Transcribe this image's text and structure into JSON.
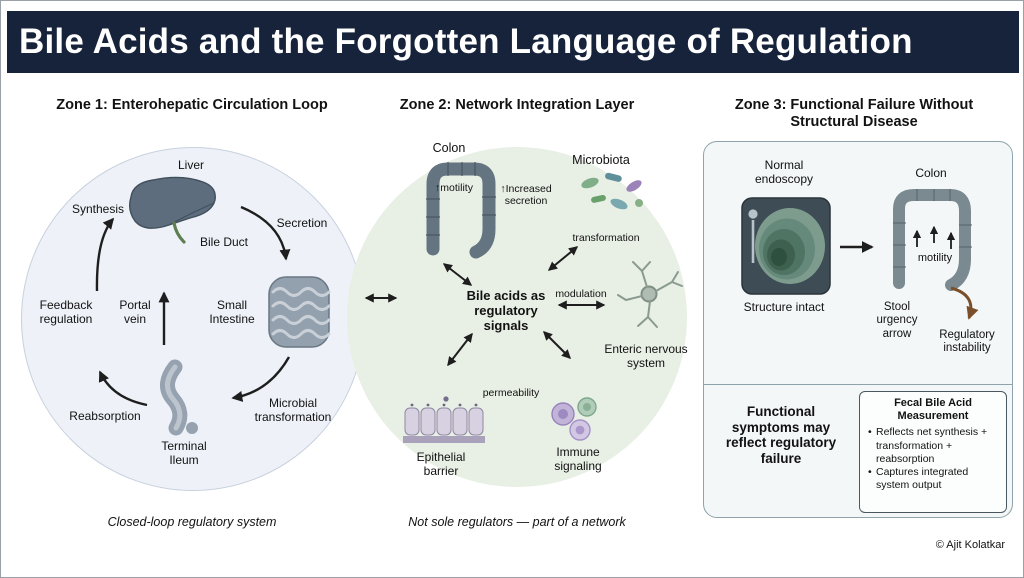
{
  "header": {
    "title": "Bile Acids and the Forgotten Language of Regulation"
  },
  "zone1": {
    "title": "Zone 1: Enterohepatic Circulation Loop",
    "liver": "Liver",
    "synthesis": "Synthesis",
    "secretion": "Secretion",
    "bile_duct": "Bile Duct",
    "small_intestine": "Small Intestine",
    "feedback_regulation": "Feedback regulation",
    "portal_vein": "Portal vein",
    "reabsorption": "Reabsorption",
    "terminal_ileum": "Terminal Ileum",
    "microbial_transformation": "Microbial transformation",
    "caption": "Closed-loop regulatory system"
  },
  "zone2": {
    "title": "Zone 2: Network Integration Layer",
    "colon": "Colon",
    "motility": "↑motility",
    "increased_secretion": "↑Increased secretion",
    "microbiota": "Microbiota",
    "transformation": "transformation",
    "center": "Bile acids as regulatory signals",
    "modulation": "modulation",
    "enteric_nervous_system": "Enteric nervous system",
    "permeability": "permeability",
    "epithelial_barrier": "Epithelial barrier",
    "immune_signaling": "Immune signaling",
    "caption": "Not sole regulators — part of a network"
  },
  "zone3": {
    "title": "Zone 3: Functional Failure Without\nStructural Disease",
    "normal_endoscopy": "Normal endoscopy",
    "structure_intact": "Structure intact",
    "colon": "Colon",
    "motility": "motility",
    "stool_urgency": "Stool urgency arrow",
    "regulatory_instability": "Regulatory instability",
    "functional_statement": "Functional symptoms may reflect regulatory failure",
    "fecal_box": {
      "title": "Fecal Bile Acid Measurement",
      "bullets": [
        "Reflects net synthesis + transformation + reabsorption",
        "Captures integrated system output"
      ]
    }
  },
  "footer": {
    "credit": "© Ajit Kolatkar"
  },
  "colors": {
    "header_bg": "#16233B",
    "zone1_circle_bg": "#EEF2F8",
    "zone2_circle_bg": "#E8EFE4",
    "zone3_panel_bg": "#F3F7F7",
    "arrow": "#1E1E1E",
    "instability_arrow": "#7A4F2A"
  }
}
